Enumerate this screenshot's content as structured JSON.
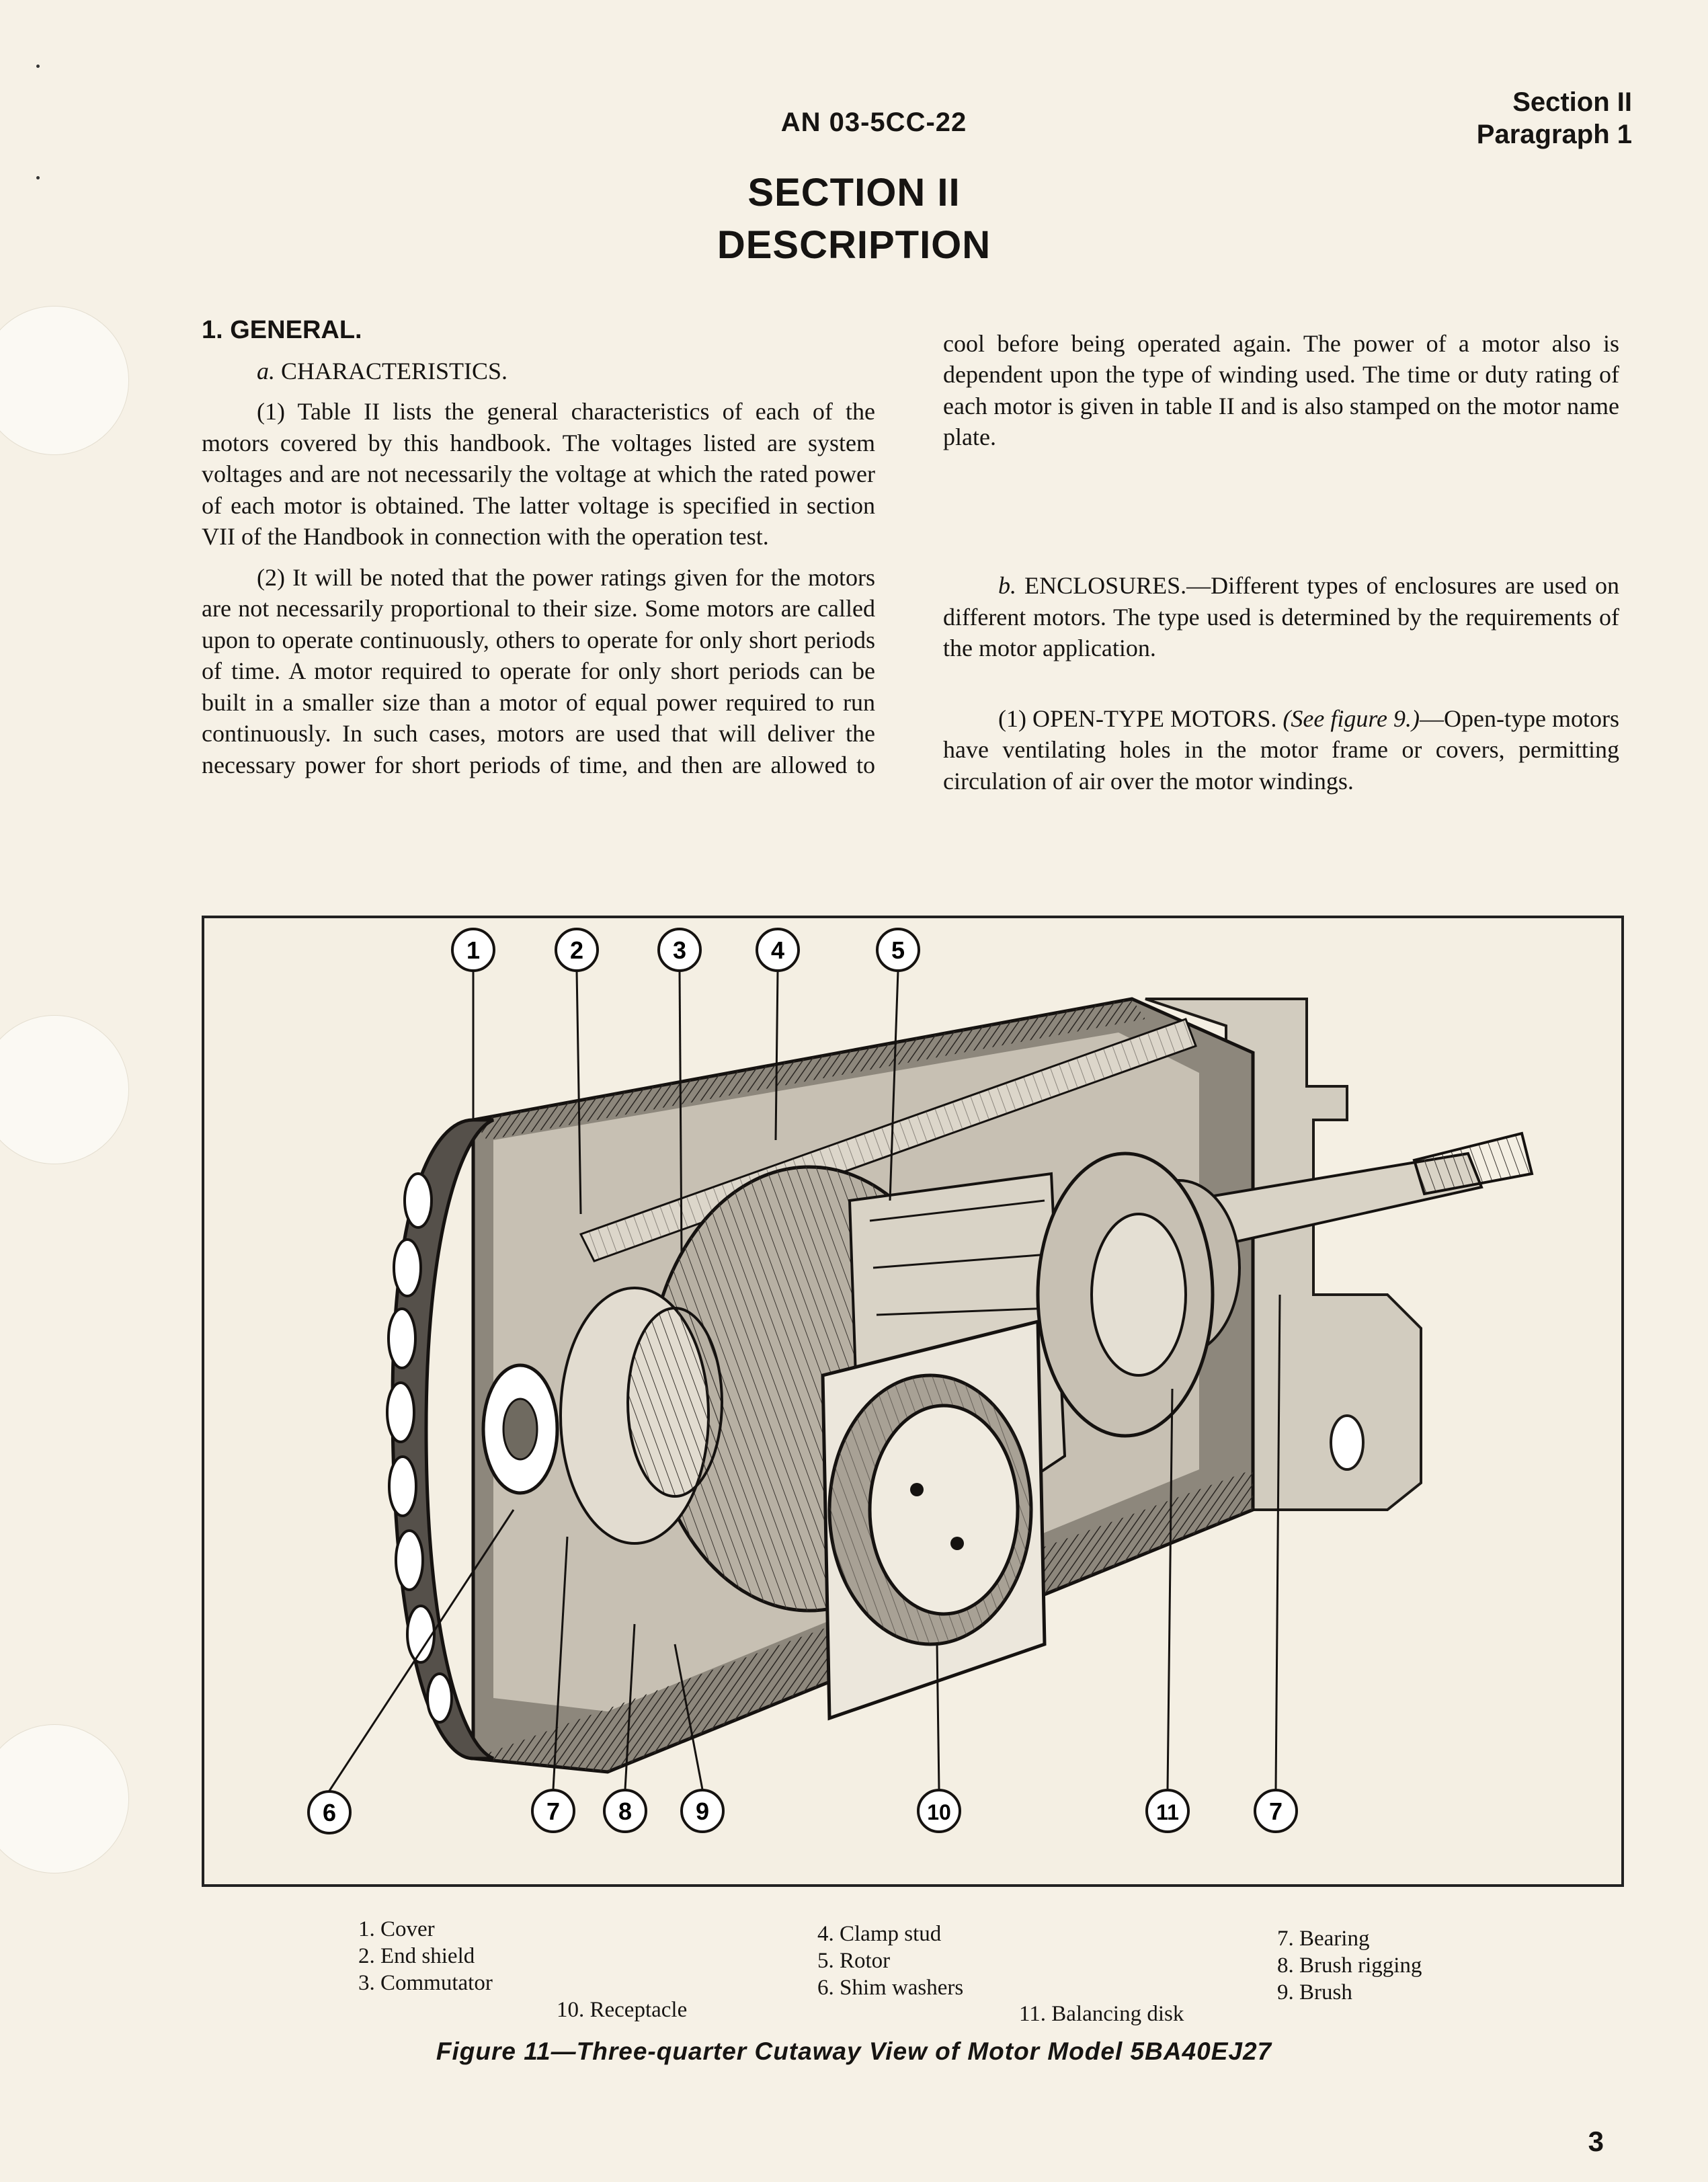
{
  "header": {
    "doc_number": "AN 03-5CC-22",
    "section_ref": "Section II",
    "paragraph_ref": "Paragraph 1"
  },
  "title": {
    "section": "SECTION II",
    "name": "DESCRIPTION"
  },
  "body": {
    "heading": "1. GENERAL.",
    "sub_a_letter": "a.",
    "sub_a_title": "CHARACTERISTICS.",
    "p1": "(1) Table II lists the general characteristics of each of the motors covered by this handbook. The voltages listed are system voltages and are not necessarily the voltage at which the rated power of each motor is obtained. The latter voltage is specified in section VII of the Handbook in connection with the operation test.",
    "p2": "(2) It will be noted that the power ratings given for the motors are not necessarily proportional to their size. Some motors are called upon to operate continuously, others to operate for only short periods of time. A motor required to operate for only short periods can be built in a smaller size than a motor of equal power required to run continuously. In such cases, motors are used that will deliver the necessary power for short periods of time, and then are allowed to cool before being operated again. The power of a motor also is dependent upon the type of winding used. The time or duty rating of each motor is given in table II and is also stamped on the motor name plate.",
    "sub_b_letter": "b.",
    "sub_b_title": "ENCLOSURES.",
    "sub_b_text": "—Different types of enclosures are used on different motors. The type used is determined by the requirements of the motor application.",
    "b1_title": "(1) OPEN-TYPE MOTORS.",
    "b1_ref": "(See figure 9.)",
    "b1_text": "—Open-type motors have ventilating holes in the motor frame or covers, permitting circulation of air over the motor windings."
  },
  "figure": {
    "callouts_top": [
      "1",
      "2",
      "3",
      "4",
      "5"
    ],
    "callouts_bottom": [
      "6",
      "7",
      "8",
      "9",
      "10",
      "11",
      "7"
    ],
    "legend": [
      "1. Cover",
      "2. End shield",
      "3. Commutator",
      "4. Clamp stud",
      "5. Rotor",
      "6. Shim washers",
      "7. Bearing",
      "8. Brush rigging",
      "9. Brush",
      "10. Receptacle",
      "11. Balancing disk"
    ],
    "caption": "Figure 11—Three-quarter Cutaway View of Motor Model 5BA40EJ27"
  },
  "page_number": "3"
}
